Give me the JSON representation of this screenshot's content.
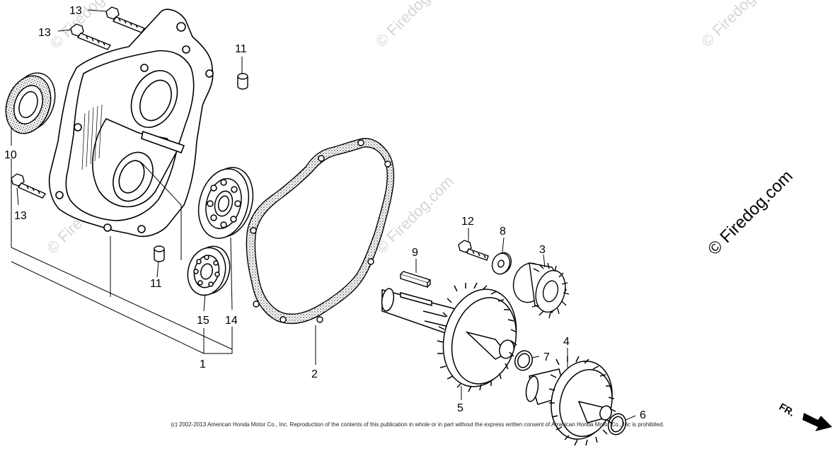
{
  "callouts": [
    {
      "id": "c13a",
      "text": "13"
    },
    {
      "id": "c13b",
      "text": "13"
    },
    {
      "id": "c11a",
      "text": "11"
    },
    {
      "id": "c10",
      "text": "10"
    },
    {
      "id": "c13c",
      "text": "13"
    },
    {
      "id": "c11b",
      "text": "11"
    },
    {
      "id": "c15",
      "text": "15"
    },
    {
      "id": "c14",
      "text": "14"
    },
    {
      "id": "c1",
      "text": "1"
    },
    {
      "id": "c2",
      "text": "2"
    },
    {
      "id": "c12",
      "text": "12"
    },
    {
      "id": "c8",
      "text": "8"
    },
    {
      "id": "c3",
      "text": "3"
    },
    {
      "id": "c9",
      "text": "9"
    },
    {
      "id": "c7",
      "text": "7"
    },
    {
      "id": "c4",
      "text": "4"
    },
    {
      "id": "c5",
      "text": "5"
    },
    {
      "id": "c6",
      "text": "6"
    }
  ],
  "watermark": "© Firedog.com",
  "front_marker": "FR.",
  "copyright": "(c) 2002-2013 American Honda Motor Co., Inc. Reproduction of the contents of this publication in whole or in part without the express written consent of American Honda Motor Co., Inc is prohibited.",
  "colors": {
    "ink": "#000000",
    "watermark": "#d6d6d6",
    "background": "#ffffff"
  }
}
